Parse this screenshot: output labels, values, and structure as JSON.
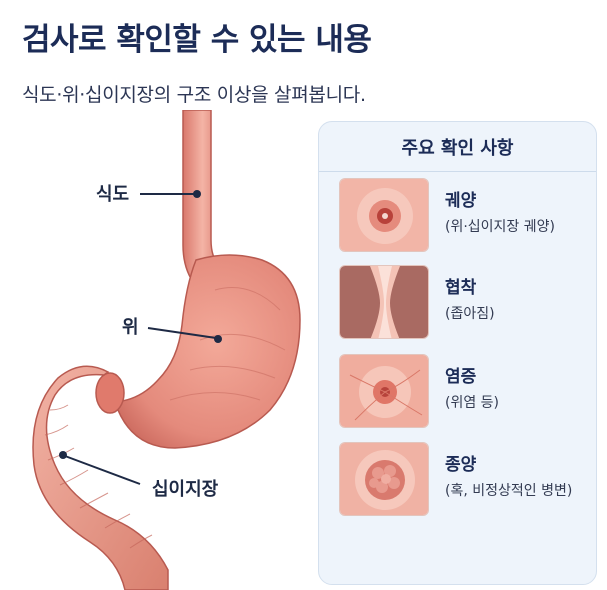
{
  "header": {
    "title": "검사로 확인할 수 있는 내용",
    "subtitle": "식도·위·십이지장의 구조 이상을 살펴봅니다."
  },
  "anatomy": {
    "labels": {
      "esophagus": "식도",
      "stomach": "위",
      "duodenum": "십이지장"
    }
  },
  "panel": {
    "title": "주요 확인 사항",
    "findings": [
      {
        "name": "궤양",
        "desc": "(위·십이지장 궤양)"
      },
      {
        "name": "협착",
        "desc": "(좁아짐)"
      },
      {
        "name": "염증",
        "desc": "(위염 등)"
      },
      {
        "name": "종양",
        "desc": "(혹, 비정상적인 병변)"
      }
    ]
  },
  "colors": {
    "title": "#1c2c57",
    "panel_bg": "#eef4fb",
    "organ": "#e9968a",
    "organ_dark": "#c9645a"
  }
}
